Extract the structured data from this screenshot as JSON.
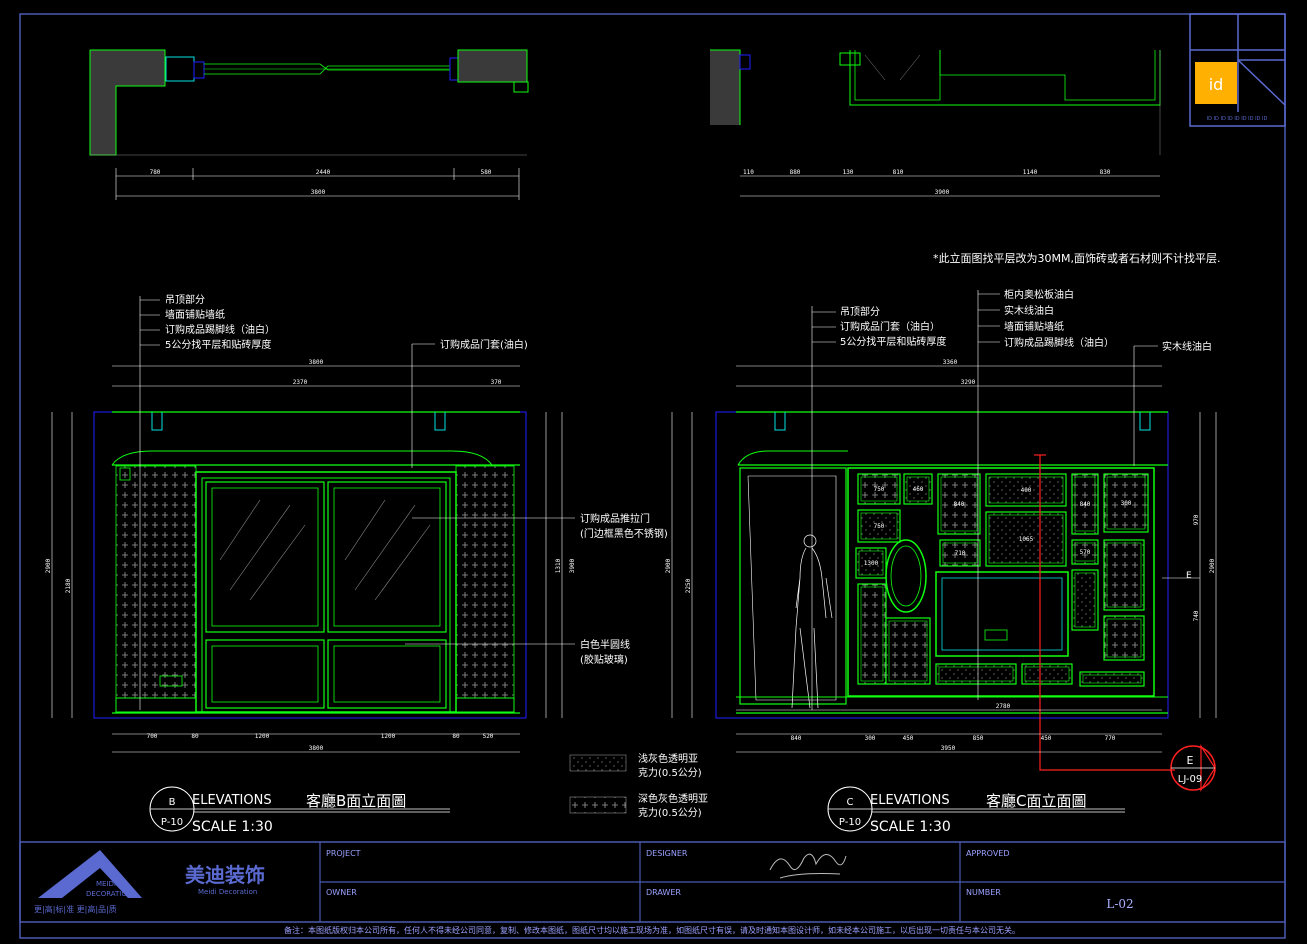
{
  "elevation_b": {
    "annotations": [
      "吊顶部分",
      "墙面铺贴墙纸",
      "订购成品踢脚线（油白）",
      "5公分找平层和贴砖厚度"
    ],
    "door_frame_label": "订购成品门套(油白)",
    "sliding_door_label": [
      "订购成品推拉门",
      "(门边框黑色不锈钢)"
    ],
    "glass_label": [
      "白色半圆线",
      "(胶贴玻璃)"
    ],
    "overall_width": "3800",
    "bottom_dims": [
      "700",
      "80",
      "1200",
      "1200",
      "80",
      "520"
    ],
    "plan_dims": [
      "780",
      "2440",
      "580"
    ],
    "plan_overall": "3800",
    "top_dims": [
      "2370",
      "370"
    ],
    "height": "2900",
    "side_dims": [
      "2180",
      "1310",
      "3900"
    ],
    "label_letter": "B",
    "label_sheet": "P-10",
    "elevations": "ELEVATIONS",
    "title": "客廳B面立面圖",
    "scale": "SCALE  1:30"
  },
  "elevation_c": {
    "note": "*此立面图找平层改为30MM,面饰砖或者石材则不计找平层.",
    "annotations_left": [
      "吊顶部分",
      "订购成品门套（油白）",
      "5公分找平层和贴砖厚度"
    ],
    "annotations_right": [
      "柜内奥松板油白",
      "实木线油白",
      "墙面铺贴墙纸",
      "订购成品踢脚线（油白）"
    ],
    "extra_label": "实木线油白",
    "overall_width": "3950",
    "bottom_dims": [
      "840",
      "300",
      "450",
      "850",
      "450",
      "770"
    ],
    "inner_width": "2780",
    "plan_dims": [
      "110",
      "880",
      "130",
      "810",
      "1140",
      "830"
    ],
    "plan_overall": "3900",
    "top_dims": [
      "3360",
      "3290"
    ],
    "height": "2900",
    "side_dims": [
      "2250",
      "970",
      "740",
      "2900"
    ],
    "panel_dims": [
      "750",
      "460",
      "840",
      "400",
      "840",
      "300",
      "750",
      "1300",
      "1065",
      "710",
      "570"
    ],
    "section_marker": {
      "letter": "E",
      "sheet": "LJ-09"
    },
    "small_marker": "E",
    "label_letter": "C",
    "label_sheet": "P-10",
    "elevations": "ELEVATIONS",
    "title": "客廳C面立面圖",
    "scale": "SCALE  1:30"
  },
  "legend": [
    {
      "label": [
        "浅灰色透明亚",
        "克力(0.5公分)"
      ],
      "pattern": "dots"
    },
    {
      "label": [
        "深色灰色透明亚",
        "克力(0.5公分)"
      ],
      "pattern": "crosses"
    }
  ],
  "logo_badge": "id",
  "title_block": {
    "project": "PROJECT",
    "designer": "DESIGNER",
    "approved": "APPROVED",
    "owner": "OWNER",
    "drawer": "DRAWER",
    "number": "NUMBER",
    "number_value": "L-02",
    "company_cn": "美迪装饰",
    "company_en": "Meidi Decoration",
    "logo_text": [
      "MEIDI",
      "DECORATION"
    ],
    "slogan": "更|高|标|准  更|高|品|质",
    "footer": "备注：本图纸版权归本公司所有，任何人不得未经公司同意，复制、修改本图纸，图纸尺寸均以施工现场为准，如图纸尺寸有误，请及时通知本图设计师，如未经本公司施工，以后出现一切责任与本公司无关。"
  },
  "colors": {
    "frame": "#4a5ab0",
    "green": "#10ff10",
    "cyan": "#00e0e0",
    "red": "#ff2020",
    "blue": "#2020ff",
    "grey": "#8a8a8a",
    "wall": "#3a3a3a",
    "logo_orange": "#ffb000",
    "logo_blue": "#5a6ad0"
  }
}
